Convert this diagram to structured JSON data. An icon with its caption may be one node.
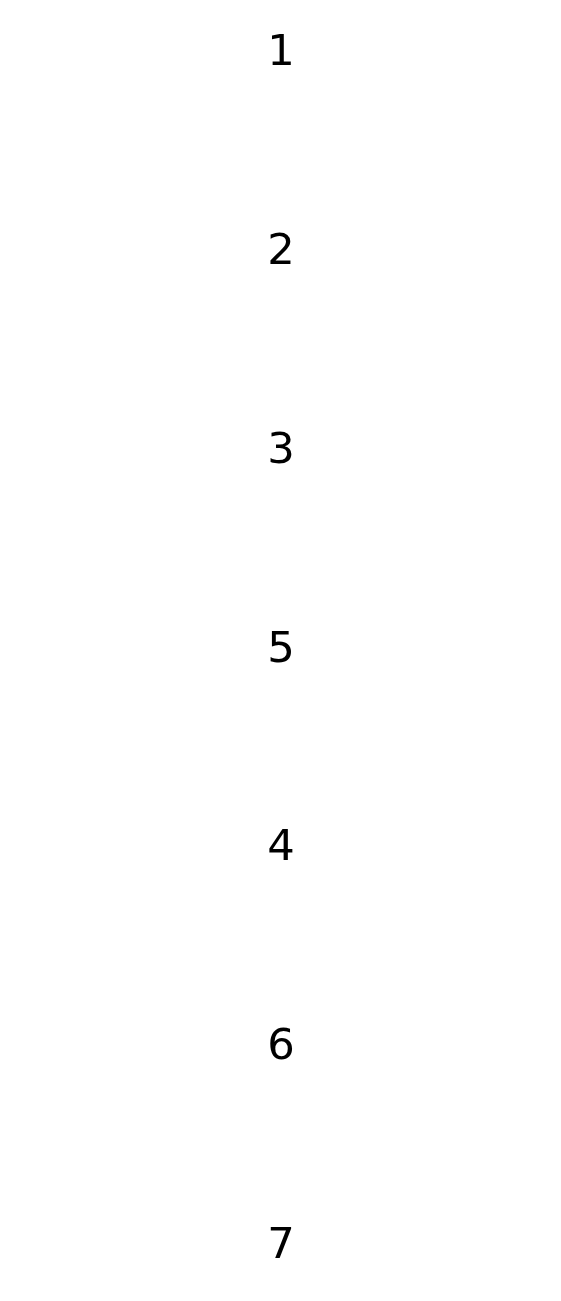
{
  "diagram": {
    "labels": [
      "1",
      "2",
      "3",
      "5",
      "4",
      "6",
      "7"
    ]
  }
}
